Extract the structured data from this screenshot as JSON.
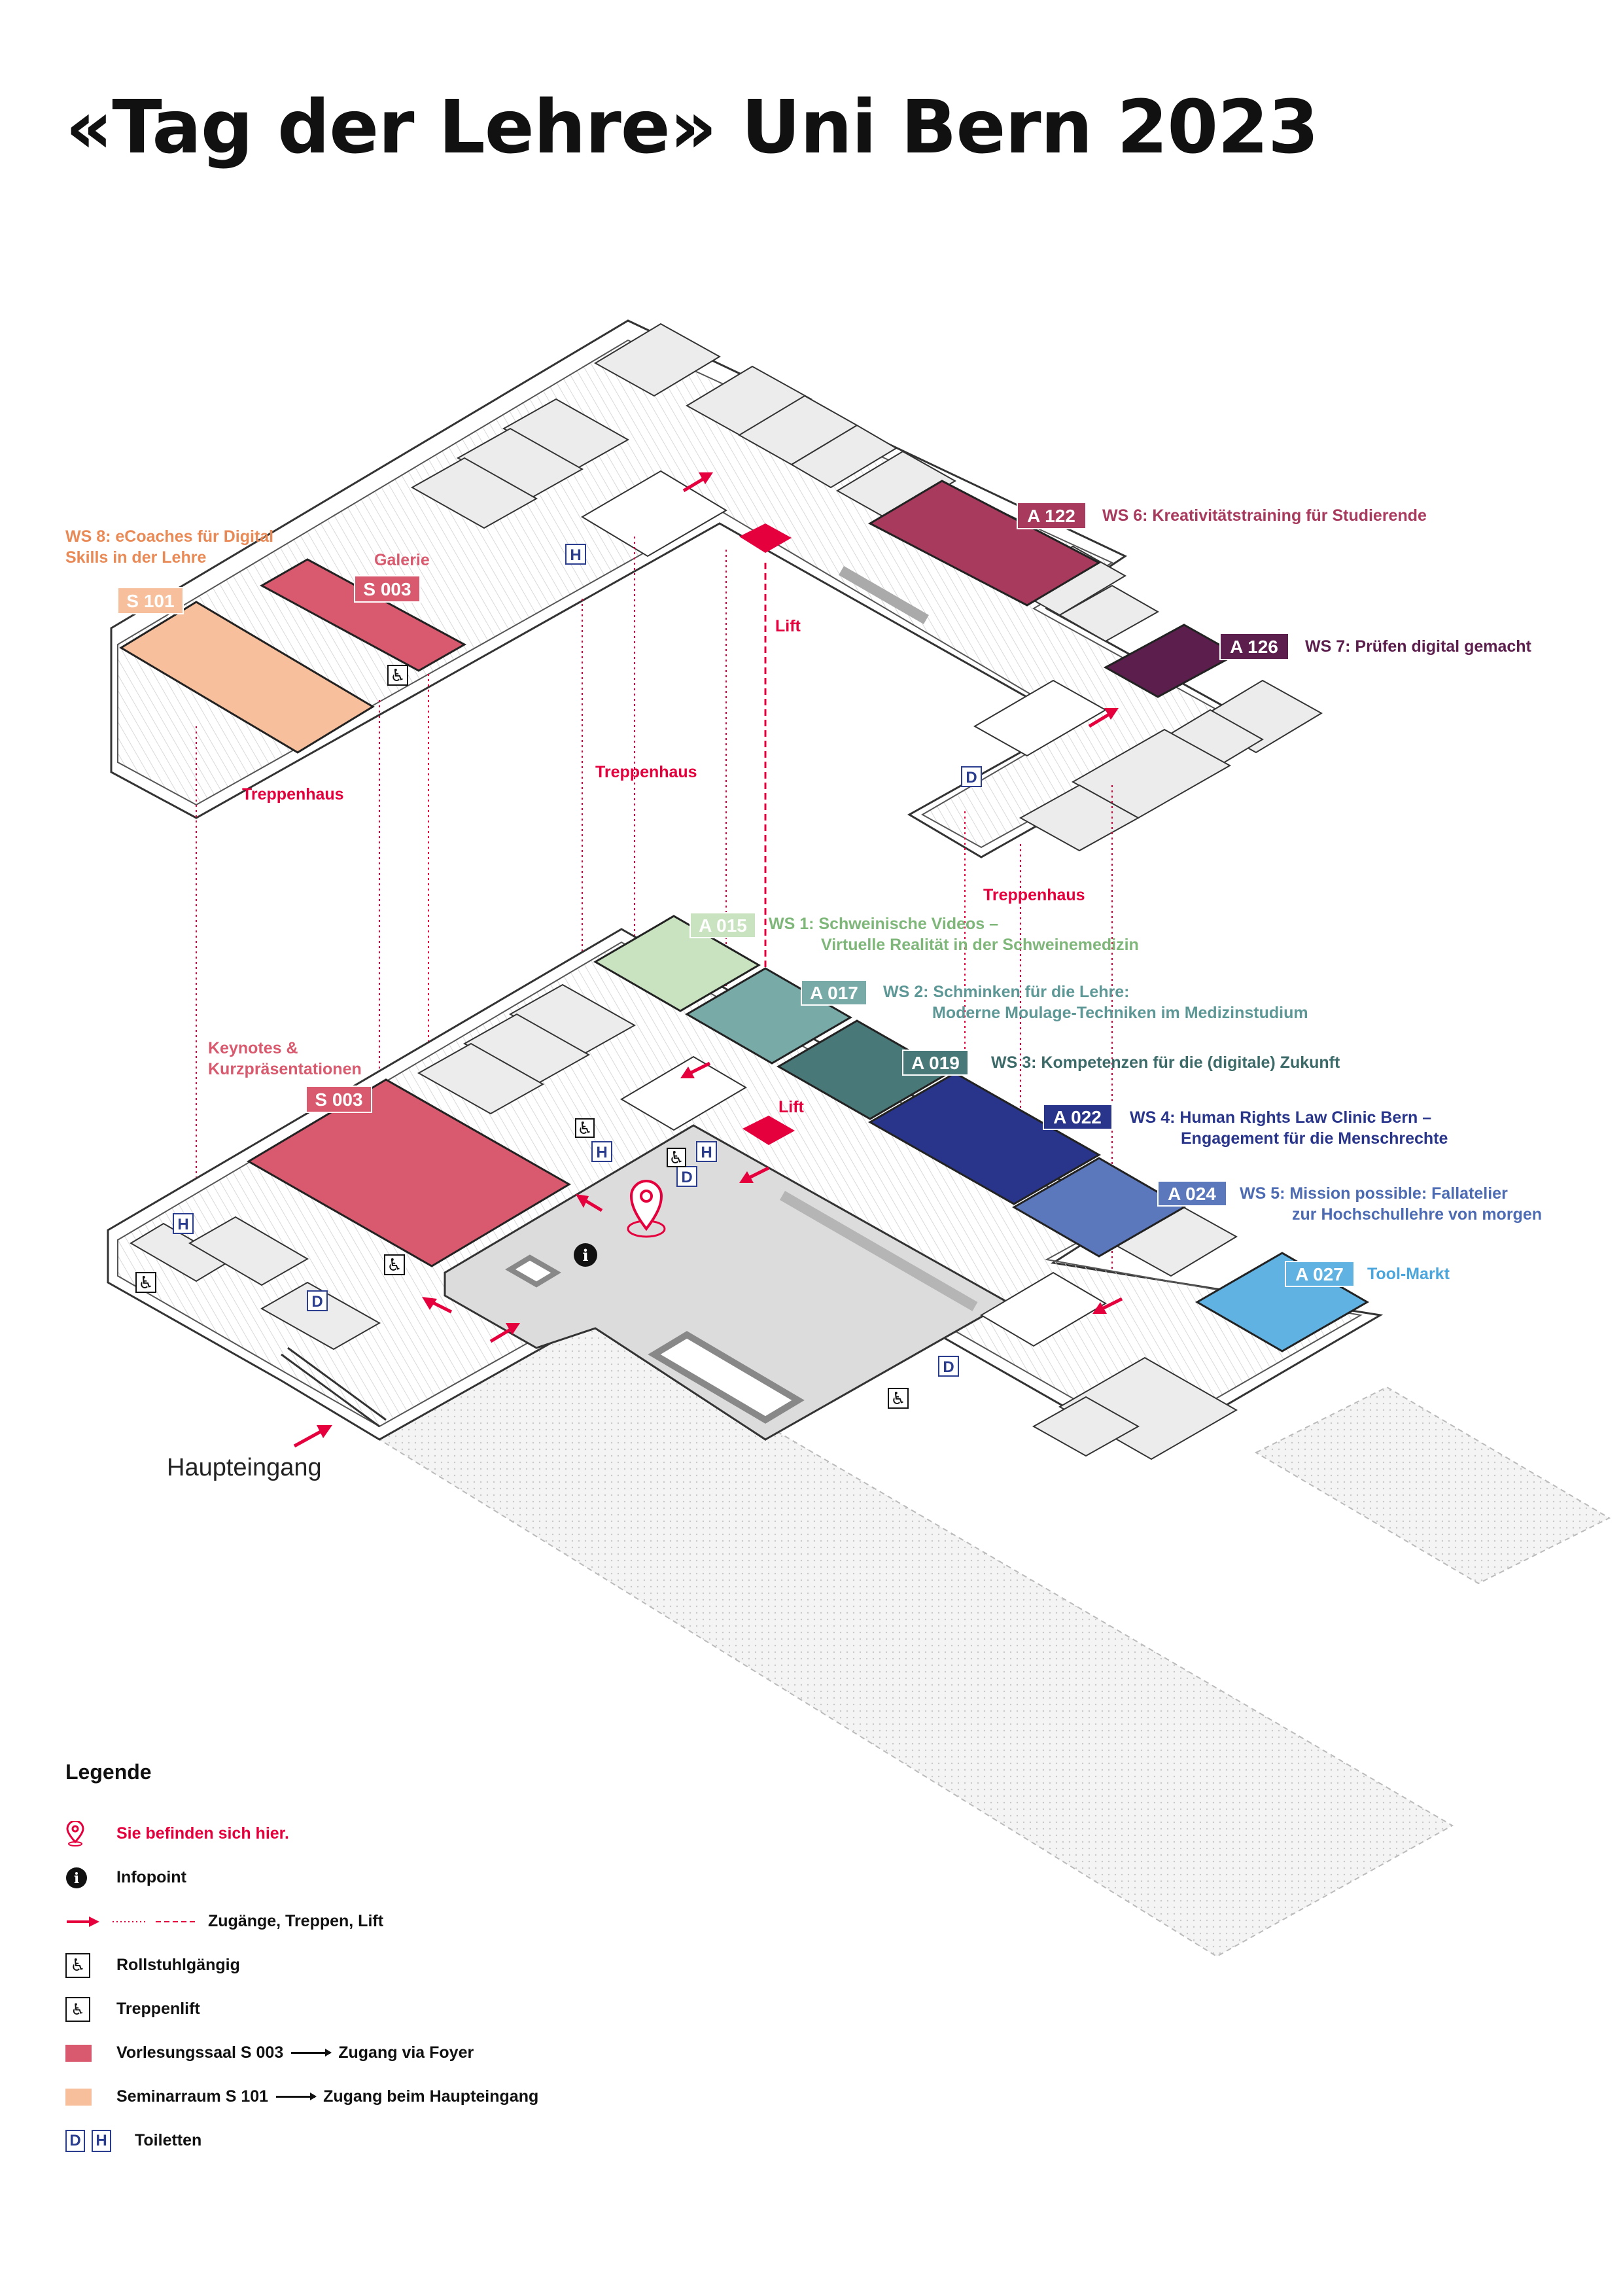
{
  "title": "«Tag der Lehre» Uni Bern 2023",
  "colors": {
    "s003": "#d95a6e",
    "s101": "#f7bf9c",
    "a015": "#c9e3c0",
    "a017": "#78aaa8",
    "a019": "#487877",
    "a022": "#28358a",
    "a024": "#5b78bd",
    "a027": "#60b2e2",
    "a122": "#a83a5e",
    "a126": "#5c1e4d",
    "accent": "#e5003d",
    "toilet": "#2a3d8f"
  },
  "upper_floor": {
    "ws8_label": "WS 8: eCoaches für Digital",
    "ws8_label2": "Skills in der Lehre",
    "s101_tag": "S 101",
    "galerie_label": "Galerie",
    "s003_tag": "S 003",
    "a122_tag": "A 122",
    "ws6_label": "WS 6: Kreativitätstraining für Studierende",
    "a126_tag": "A 126",
    "ws7_label": "WS 7: Prüfen digital gemacht",
    "lift_label": "Lift",
    "treppenhaus_left": "Treppenhaus",
    "treppenhaus_mid": "Treppenhaus",
    "treppenhaus_right": "Treppenhaus"
  },
  "ground_floor": {
    "a015_tag": "A 015",
    "ws1_label": "WS 1: Schweinische Videos –",
    "ws1_label2": "Virtuelle Realität in der Schweinemedizin",
    "a017_tag": "A 017",
    "ws2_label": "WS 2: Schminken für die Lehre:",
    "ws2_label2": "Moderne Moulage-Techniken im Medizinstudium",
    "a019_tag": "A 019",
    "ws3_label": "WS 3: Kompetenzen für die (digitale) Zukunft",
    "a022_tag": "A 022",
    "ws4_label": "WS 4: Human Rights Law Clinic Bern –",
    "ws4_label2": "Engagement für die Menschrechte",
    "a024_tag": "A 024",
    "ws5_label": "WS 5: Mission possible: Fallatelier",
    "ws5_label2": "zur Hochschullehre von morgen",
    "a027_tag": "A 027",
    "toolmarkt_label": "Tool-Markt",
    "keynotes_label": "Keynotes &",
    "keynotes_label2": "Kurzpräsentationen",
    "s003_tag": "S 003",
    "lift_label": "Lift",
    "haupteingang": "Haupteingang"
  },
  "toilet_d": "D",
  "toilet_h": "H",
  "legend": {
    "title": "Legende",
    "here": "Sie befinden sich hier.",
    "infopoint": "Infopoint",
    "access": "Zugänge, Treppen, Lift",
    "wheelchair": "Rollstuhlgängig",
    "stairlift": "Treppenlift",
    "s003_text": "Vorlesungssaal S 003",
    "s003_access": "Zugang via Foyer",
    "s101_text": "Seminarraum S 101",
    "s101_access": "Zugang beim Haupteingang",
    "toilets": "Toiletten"
  }
}
